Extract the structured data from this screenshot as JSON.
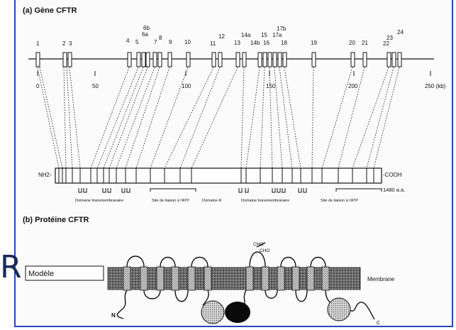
{
  "slide_fragment": "R",
  "panel_a": {
    "title": "(a) Gène CFTR",
    "exon_labels": [
      "1",
      "2",
      "3",
      "4",
      "5",
      "6b",
      "6a",
      "7",
      "8",
      "9",
      "10",
      "11",
      "12",
      "13",
      "14a",
      "14b",
      "15",
      "16",
      "17b",
      "17a",
      "18",
      "19",
      "20",
      "21",
      "22",
      "23",
      "24"
    ],
    "scale_labels": [
      "0",
      "50",
      "100",
      "150",
      "200",
      "250 (kb)"
    ]
  },
  "protein_map": {
    "nh2": "NH2-",
    "cooh": "-COOH",
    "length": "1480 a.a.",
    "domains": [
      "Domaine transmembranaire",
      "Site de liaison à l'ATP",
      "Domaine R",
      "Domaine transmembranaire",
      "Site de liaison à l'ATP"
    ]
  },
  "panel_b": {
    "title": "(b) Protéine CFTR",
    "model_box": "Modèle",
    "cho1": "CHO",
    "cho2": "CHO",
    "membrane": "Membrane",
    "n_label": "N",
    "c_label": "C"
  },
  "colors": {
    "frame": "#2a46b8",
    "ink": "#111111"
  }
}
